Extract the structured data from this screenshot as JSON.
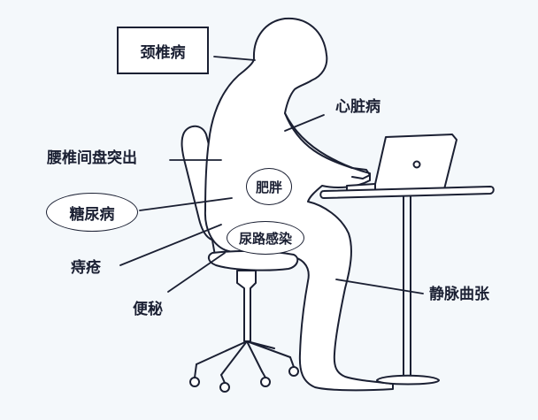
{
  "colors": {
    "background": "#f4f8fb",
    "ink": "#1b2033",
    "fill": "#ffffff"
  },
  "labels": {
    "cervical": "颈椎病",
    "heart": "心脏病",
    "lumbar": "腰椎间盘突出",
    "obesity": "肥胖",
    "diabetes": "糖尿病",
    "urinary": "尿路感染",
    "hemorrhoids": "痔疮",
    "constipation": "便秘",
    "varicose": "静脉曲张"
  }
}
